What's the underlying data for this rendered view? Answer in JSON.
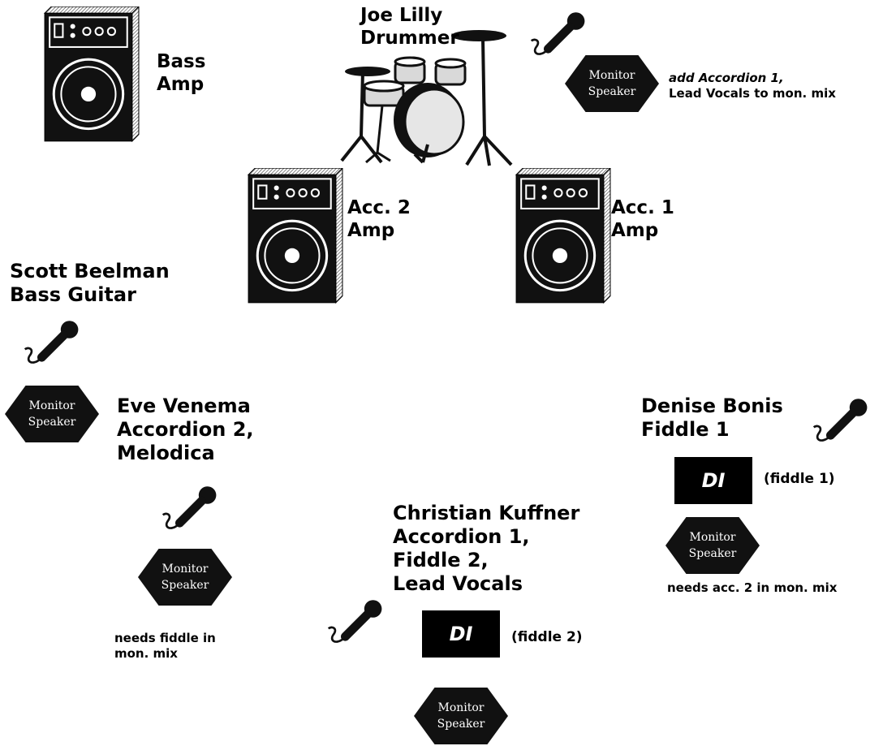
{
  "labels": {
    "bass_amp": [
      "Bass",
      "Amp"
    ],
    "acc2_amp": [
      "Acc. 2",
      "Amp"
    ],
    "acc1_amp": [
      "Acc. 1",
      "Amp"
    ],
    "joe": [
      "Joe Lilly",
      "Drummer"
    ],
    "scott": [
      "Scott Beelman",
      "Bass Guitar"
    ],
    "eve": [
      "Eve Venema",
      "Accordion 2,",
      "Melodica"
    ],
    "denise": [
      "Denise Bonis",
      "Fiddle 1"
    ],
    "christian": [
      "Christian Kuffner",
      "Accordion 1,",
      "Fiddle 2,",
      "Lead Vocals"
    ]
  },
  "notes": {
    "drummer_monitor": [
      "add Accordion 1,",
      "Lead Vocals to mon. mix"
    ],
    "eve_monitor": [
      "needs fiddle in",
      "mon. mix"
    ],
    "denise_monitor": "needs acc. 2 in mon. mix",
    "fiddle1_di": "(fiddle 1)",
    "fiddle2_di": "(fiddle 2)"
  },
  "monitor_text": [
    "Monitor",
    "Speaker"
  ],
  "di_text": "DI",
  "icons": {
    "amp": "guitar-amp-icon",
    "mic": "microphone-icon",
    "drums": "drum-kit-icon",
    "monitor": "monitor-speaker-icon"
  }
}
